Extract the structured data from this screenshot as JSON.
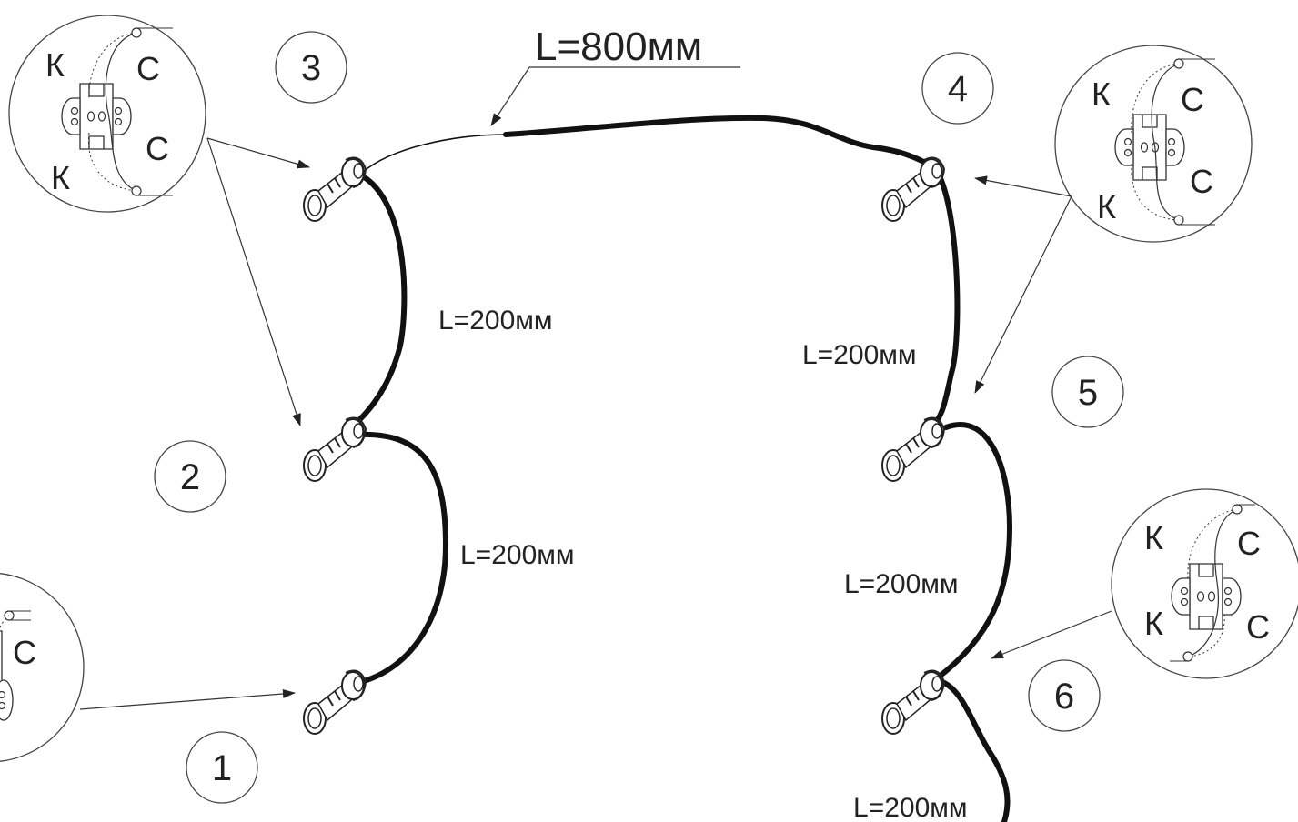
{
  "wire_lengths": {
    "top_span": "L=800мм",
    "seg_3_2": "L=200мм",
    "seg_2_1": "L=200мм",
    "seg_4_5": "L=200мм",
    "seg_5_6": "L=200мм",
    "seg_6_out": "L=200мм"
  },
  "lamp_numbers": [
    "1",
    "2",
    "3",
    "4",
    "5",
    "6"
  ],
  "pin_labels": {
    "k": "К",
    "c": "С"
  },
  "colors": {
    "wire": "#111111",
    "line": "#333333"
  }
}
